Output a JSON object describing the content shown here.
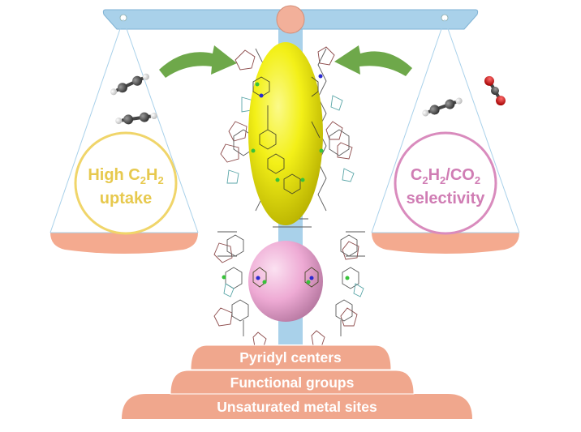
{
  "left_pan": {
    "line1": "High C",
    "line1_sub": "2",
    "line1_tail": "H",
    "line1_sub2": "2",
    "line2": "uptake",
    "ring_color": "#f0d56a"
  },
  "right_pan": {
    "line1": "C",
    "line1_sub": "2",
    "line1_mid": "H",
    "line1_sub2": "2",
    "line1_tail": "/CO",
    "line1_sub3": "2",
    "line2": "selectivity",
    "ring_color": "#d98bbd"
  },
  "pedestal": {
    "steps": [
      "Pyridyl centers",
      "Functional groups",
      "Unsaturated metal sites"
    ],
    "color": "#f0a78d"
  },
  "colors": {
    "beam": "#a9d1ea",
    "pivot": "#f2b09a",
    "pan": "#f4aa8f",
    "arrow": "#6ea84a",
    "cage_yellow": "#f3f018",
    "cage_pink": "#eeaad4",
    "column": "#a9d1ea"
  }
}
